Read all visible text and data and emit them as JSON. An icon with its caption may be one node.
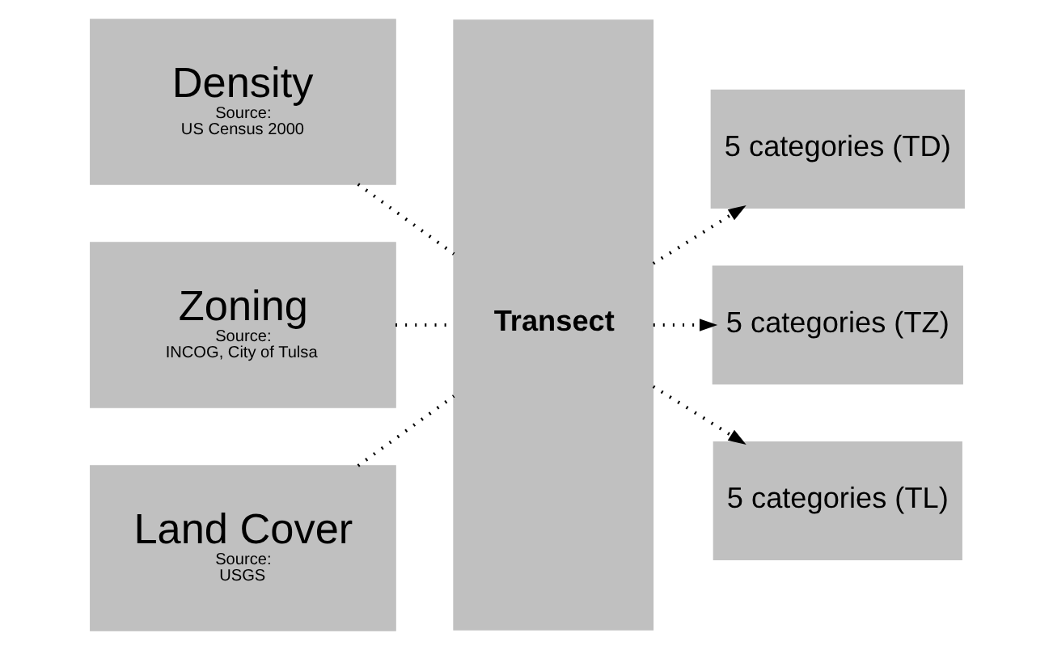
{
  "diagram": {
    "nodes": [
      {
        "text": [
          "Density",
          "Source:",
          "US Census 2000"
        ]
      },
      {
        "text": [
          "Zoning",
          "Source:",
          "INCOG, City of Tulsa"
        ]
      },
      {
        "text": [
          "Land Cover",
          "Source:",
          "USGS"
        ]
      },
      {
        "text": [
          "Transect"
        ]
      },
      {
        "text": [
          "5 categories (TD)"
        ]
      },
      {
        "text": [
          "5 categories (TZ)"
        ]
      },
      {
        "text": [
          "5 categories (TL)"
        ]
      }
    ],
    "edges": [
      {
        "from": 0,
        "to": 3,
        "arrow": "none",
        "style": "dashed"
      },
      {
        "from": 1,
        "to": 3,
        "arrow": "none",
        "style": "dashed"
      },
      {
        "from": 2,
        "to": 3,
        "arrow": "none",
        "style": "dashed"
      },
      {
        "from": 3,
        "to": 4,
        "arrow": "to",
        "style": "dashed"
      },
      {
        "from": 3,
        "to": 5,
        "arrow": "to",
        "style": "dashed"
      },
      {
        "from": 3,
        "to": 6,
        "arrow": "to",
        "style": "dashed"
      }
    ]
  }
}
